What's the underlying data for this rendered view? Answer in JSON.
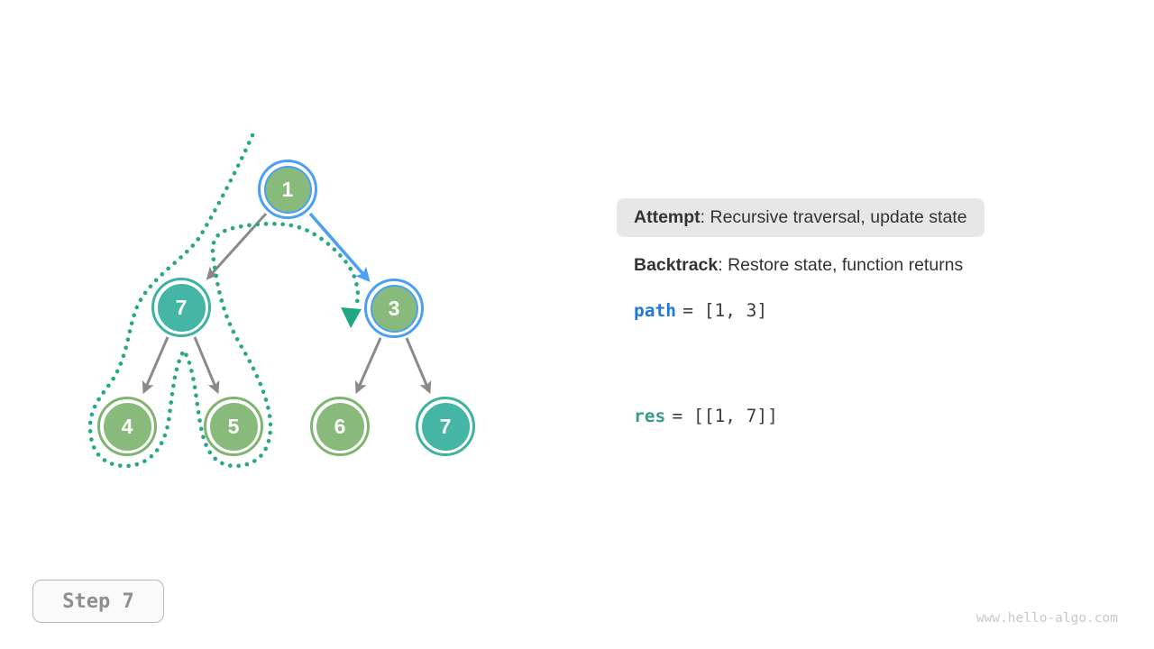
{
  "title": "Backtracking algorithm tree traversal step diagram",
  "colors": {
    "node_green_fill": "#88BA7B",
    "node_green_ring": "#7FB571",
    "node_teal_fill": "#45B6A6",
    "node_teal_ring": "#3EB1A0",
    "highlight_blue": "#4BA0F1",
    "arrow_gray": "#8A8A8A",
    "trail_teal": "#28A885",
    "code_blue": "#2279D8",
    "code_teal": "#3A9B8C",
    "attempt_box_bg": "#e7e7e7",
    "text_dark": "#333333"
  },
  "tree": {
    "nodes": [
      {
        "value": "1",
        "style": "current-path-highlight"
      },
      {
        "value": "7",
        "style": "teal-visited"
      },
      {
        "value": "3",
        "style": "current-path-highlight"
      },
      {
        "value": "4",
        "style": "green"
      },
      {
        "value": "5",
        "style": "green"
      },
      {
        "value": "6",
        "style": "green"
      },
      {
        "value": "7",
        "style": "teal"
      }
    ],
    "edges": [
      {
        "from": "1",
        "to": "7-left",
        "highlight": false
      },
      {
        "from": "1",
        "to": "3",
        "highlight": true
      },
      {
        "from": "7-left",
        "to": "4",
        "highlight": false
      },
      {
        "from": "7-left",
        "to": "5",
        "highlight": false
      },
      {
        "from": "3",
        "to": "6",
        "highlight": false
      },
      {
        "from": "3",
        "to": "7-right",
        "highlight": false
      }
    ],
    "trail": "dotted teal traversal trajectory looping around left subtree, ending with arrowhead at node 3"
  },
  "legend": {
    "attempt_label": "Attempt",
    "attempt_rest": ": Recursive traversal, update state",
    "backtrack_label": "Backtrack",
    "backtrack_rest": ": Restore state, function returns"
  },
  "state": {
    "path_var": "path",
    "path_value": "= [1, 3]",
    "res_var": "res",
    "res_value": "= [[1, 7]]"
  },
  "step_badge": "Step 7",
  "watermark": "www.hello-algo.com"
}
